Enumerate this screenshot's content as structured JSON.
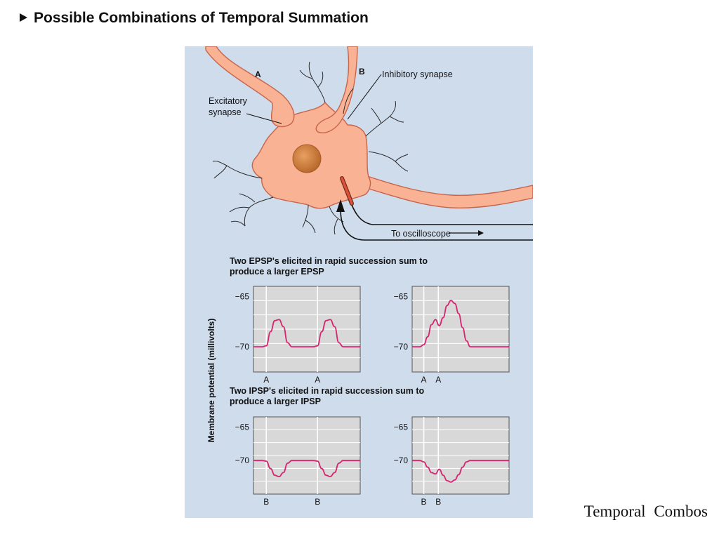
{
  "slide": {
    "title": "Possible Combinations of Temporal Summation",
    "caption": "Temporal Combos"
  },
  "diagram": {
    "label_a": "A",
    "label_b": "B",
    "inhibitory_synapse": "Inhibitory synapse",
    "excitatory_synapse_line1": "Excitatory",
    "excitatory_synapse_line2": "synapse",
    "oscilloscope": "To oscilloscope"
  },
  "y_axis_label": "Membrane potential (millivolts)",
  "epsp_heading_line1": "Two EPSP's elicited in rapid succession sum to",
  "epsp_heading_line2": "produce a larger EPSP",
  "ipsp_heading_line1": "Two IPSP's elicited in rapid succession sum to",
  "ipsp_heading_line2": "produce a larger IPSP",
  "colors": {
    "panel_bg": "#cfdcec",
    "neuron_fill": "#f9b293",
    "neuron_stroke": "#c8644a",
    "nucleus": "#c47a3c",
    "trace": "#d6246e",
    "plot_bg": "#d8d8d8",
    "grid": "#ffffff"
  },
  "chart_data": [
    {
      "type": "line",
      "ticks": [
        "−65",
        "−70"
      ],
      "ylim": [
        -72.5,
        -64
      ],
      "x": [
        0,
        4,
        8,
        12,
        16,
        20,
        24,
        28,
        32,
        36,
        40,
        44,
        48,
        52,
        56,
        60,
        64,
        68,
        72,
        76,
        80,
        84,
        88,
        92,
        96,
        100
      ],
      "series": [
        {
          "values": [
            -70,
            -70,
            -70,
            -69.9,
            -68.5,
            -67.4,
            -67.3,
            -68,
            -69.6,
            -70,
            -70,
            -70,
            -70,
            -70,
            -70,
            -69.9,
            -68.5,
            -67.4,
            -67.3,
            -68,
            -69.6,
            -70,
            -70,
            -70,
            -70,
            -70
          ]
        }
      ],
      "stimuli": [
        {
          "label": "A",
          "x": 12
        },
        {
          "label": "A",
          "x": 60
        }
      ]
    },
    {
      "type": "line",
      "ticks": [
        "−65",
        "−70"
      ],
      "ylim": [
        -72.5,
        -64
      ],
      "x": [
        0,
        4,
        8,
        12,
        16,
        20,
        24,
        28,
        32,
        36,
        40,
        44,
        48,
        52,
        56,
        60,
        64,
        68,
        72,
        76,
        80,
        84,
        88,
        92,
        96,
        100
      ],
      "series": [
        {
          "values": [
            -70,
            -70,
            -70,
            -69.8,
            -69,
            -67.8,
            -67.3,
            -67.9,
            -67.1,
            -65.9,
            -65.4,
            -65.7,
            -66.7,
            -68.1,
            -69.4,
            -70,
            -70,
            -70,
            -70,
            -70,
            -70,
            -70,
            -70,
            -70,
            -70,
            -70
          ]
        }
      ],
      "stimuli": [
        {
          "label": "A",
          "x": 12
        },
        {
          "label": "A",
          "x": 27
        }
      ]
    },
    {
      "type": "line",
      "ticks": [
        "−65",
        "−70"
      ],
      "ylim": [
        -75,
        -63.5
      ],
      "x": [
        0,
        4,
        8,
        12,
        16,
        20,
        24,
        28,
        32,
        36,
        40,
        44,
        48,
        52,
        56,
        60,
        64,
        68,
        72,
        76,
        80,
        84,
        88,
        92,
        96,
        100
      ],
      "series": [
        {
          "values": [
            -70,
            -70,
            -70,
            -70.1,
            -71.2,
            -72.2,
            -72.4,
            -71.8,
            -70.4,
            -70,
            -70,
            -70,
            -70,
            -70,
            -70,
            -70.1,
            -71.2,
            -72.2,
            -72.4,
            -71.8,
            -70.4,
            -70,
            -70,
            -70,
            -70,
            -70
          ]
        }
      ],
      "stimuli": [
        {
          "label": "B",
          "x": 12
        },
        {
          "label": "B",
          "x": 60
        }
      ]
    },
    {
      "type": "line",
      "ticks": [
        "−65",
        "−70"
      ],
      "ylim": [
        -75,
        -63.5
      ],
      "x": [
        0,
        4,
        8,
        12,
        16,
        20,
        24,
        28,
        32,
        36,
        40,
        44,
        48,
        52,
        56,
        60,
        64,
        68,
        72,
        76,
        80,
        84,
        88,
        92,
        96,
        100
      ],
      "series": [
        {
          "values": [
            -70,
            -70,
            -70,
            -70.2,
            -71,
            -71.8,
            -72,
            -71.3,
            -72.2,
            -73,
            -73.2,
            -72.9,
            -72.1,
            -71,
            -70.2,
            -70,
            -70,
            -70,
            -70,
            -70,
            -70,
            -70,
            -70,
            -70,
            -70,
            -70
          ]
        }
      ],
      "stimuli": [
        {
          "label": "B",
          "x": 12
        },
        {
          "label": "B",
          "x": 27
        }
      ]
    }
  ]
}
